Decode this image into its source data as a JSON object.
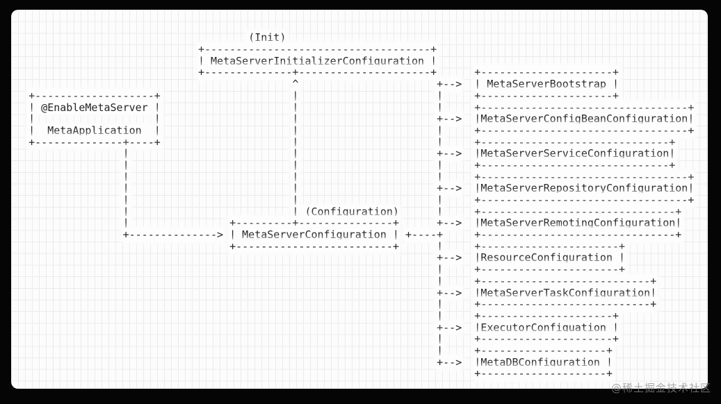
{
  "colors": {
    "frame": "#050505",
    "card_background": "#fcfcfc",
    "grid_line": "#ebebeb",
    "text": "#262626",
    "watermark": "#8c8c8c"
  },
  "watermark": "@稀土掘金技术社区",
  "nodes": {
    "init_label": "(Init)",
    "configuration_label": "(Configuration)",
    "application_box_lines": [
      "@EnableMetaServer",
      "MetaApplication"
    ],
    "initializer_box": "MetaServerInitializerConfiguration",
    "configuration_box": "MetaServerConfiguration",
    "imported_configurations": [
      "MetaServerBootstrap",
      "MetaServerConfigBeanConfiguration",
      "MetaServerServiceConfiguration",
      "MetaServerRepositoryConfiguration",
      "MetaServerRemotingConfiguration",
      "ResourceConfiguration",
      "MetaServerTaskConfiguration",
      "ExecutorConfiguation",
      "MetaDBConfiguration"
    ]
  },
  "diagram": {
    "row_count": 32,
    "rows": [
      {
        "y": 3,
        "segs": [
          [
            39,
            "(Init)"
          ]
        ]
      },
      {
        "y": 4,
        "segs": [
          [
            31,
            "+------------------------------------+"
          ]
        ]
      },
      {
        "y": 5,
        "segs": [
          [
            31,
            "| MetaServerInitializerConfiguration |"
          ]
        ]
      },
      {
        "y": 6,
        "segs": [
          [
            31,
            "+--------------+---------------------+"
          ],
          [
            75,
            "+---------------------+"
          ]
        ]
      },
      {
        "y": 7,
        "segs": [
          [
            46,
            "^"
          ],
          [
            69,
            "+-->"
          ],
          [
            75,
            "| MetaServerBootstrap |"
          ]
        ]
      },
      {
        "y": 8,
        "segs": [
          [
            4,
            "+-------------------+"
          ],
          [
            46,
            "|"
          ],
          [
            69,
            "|"
          ],
          [
            75,
            "+---------------------+"
          ]
        ]
      },
      {
        "y": 9,
        "segs": [
          [
            4,
            "| @EnableMetaServer |"
          ],
          [
            46,
            "|"
          ],
          [
            69,
            "|"
          ],
          [
            75,
            "+---------------------------------+"
          ]
        ]
      },
      {
        "y": 10,
        "segs": [
          [
            4,
            "|"
          ],
          [
            24,
            "|"
          ],
          [
            46,
            "|"
          ],
          [
            69,
            "+-->"
          ],
          [
            75,
            "|MetaServerConfigBeanConfiguration|"
          ]
        ]
      },
      {
        "y": 11,
        "segs": [
          [
            4,
            "|  MetaApplication  |"
          ],
          [
            46,
            "|"
          ],
          [
            69,
            "|"
          ],
          [
            75,
            "+---------------------------------+"
          ]
        ]
      },
      {
        "y": 12,
        "segs": [
          [
            4,
            "+--------------+----+"
          ],
          [
            46,
            "|"
          ],
          [
            69,
            "|"
          ],
          [
            75,
            "+------------------------------+"
          ]
        ]
      },
      {
        "y": 13,
        "segs": [
          [
            19,
            "|"
          ],
          [
            46,
            "|"
          ],
          [
            69,
            "+-->"
          ],
          [
            75,
            "|MetaServerServiceConfiguration|"
          ]
        ]
      },
      {
        "y": 14,
        "segs": [
          [
            19,
            "|"
          ],
          [
            46,
            "|"
          ],
          [
            69,
            "|"
          ],
          [
            75,
            "+------------------------------+"
          ]
        ]
      },
      {
        "y": 15,
        "segs": [
          [
            19,
            "|"
          ],
          [
            46,
            "|"
          ],
          [
            69,
            "|"
          ],
          [
            75,
            "+---------------------------------+"
          ]
        ]
      },
      {
        "y": 16,
        "segs": [
          [
            19,
            "|"
          ],
          [
            46,
            "|"
          ],
          [
            69,
            "+-->"
          ],
          [
            75,
            "|MetaServerRepositoryConfiguration|"
          ]
        ]
      },
      {
        "y": 17,
        "segs": [
          [
            19,
            "|"
          ],
          [
            46,
            "|"
          ],
          [
            69,
            "|"
          ],
          [
            75,
            "+---------------------------------+"
          ]
        ]
      },
      {
        "y": 18,
        "segs": [
          [
            19,
            "|"
          ],
          [
            46,
            "| (Configuration)"
          ],
          [
            69,
            "|"
          ],
          [
            75,
            "+-------------------------------+"
          ]
        ]
      },
      {
        "y": 19,
        "segs": [
          [
            19,
            "|"
          ],
          [
            36,
            "+---------+---------------+"
          ],
          [
            69,
            "+-->"
          ],
          [
            75,
            "|MetaServerRemotingConfiguration|"
          ]
        ]
      },
      {
        "y": 20,
        "segs": [
          [
            19,
            "+-------------->"
          ],
          [
            36,
            "| MetaServerConfiguration |"
          ],
          [
            64,
            "+----+"
          ],
          [
            75,
            "+-------------------------------+"
          ]
        ]
      },
      {
        "y": 21,
        "segs": [
          [
            36,
            "+-------------------------+"
          ],
          [
            69,
            "|"
          ],
          [
            75,
            "+----------------------+"
          ]
        ]
      },
      {
        "y": 22,
        "segs": [
          [
            69,
            "+-->"
          ],
          [
            75,
            "|ResourceConfiguration |"
          ]
        ]
      },
      {
        "y": 23,
        "segs": [
          [
            69,
            "|"
          ],
          [
            75,
            "+----------------------+"
          ]
        ]
      },
      {
        "y": 24,
        "segs": [
          [
            69,
            "|"
          ],
          [
            75,
            "+---------------------------+"
          ]
        ]
      },
      {
        "y": 25,
        "segs": [
          [
            69,
            "+-->"
          ],
          [
            75,
            "|MetaServerTaskConfiguration|"
          ]
        ]
      },
      {
        "y": 26,
        "segs": [
          [
            69,
            "|"
          ],
          [
            75,
            "+---------------------------+"
          ]
        ]
      },
      {
        "y": 27,
        "segs": [
          [
            69,
            "|"
          ],
          [
            75,
            "+---------------------+"
          ]
        ]
      },
      {
        "y": 28,
        "segs": [
          [
            69,
            "+-->"
          ],
          [
            75,
            "|ExecutorConfiguation |"
          ]
        ]
      },
      {
        "y": 29,
        "segs": [
          [
            69,
            "|"
          ],
          [
            75,
            "+---------------------+"
          ]
        ]
      },
      {
        "y": 30,
        "segs": [
          [
            69,
            "|"
          ],
          [
            75,
            "+--------------------+"
          ]
        ]
      },
      {
        "y": 31,
        "segs": [
          [
            69,
            "+-->"
          ],
          [
            75,
            "|MetaDBConfiguration |"
          ]
        ]
      },
      {
        "y": 32,
        "segs": [
          [
            75,
            "+--------------------+"
          ]
        ]
      }
    ]
  }
}
